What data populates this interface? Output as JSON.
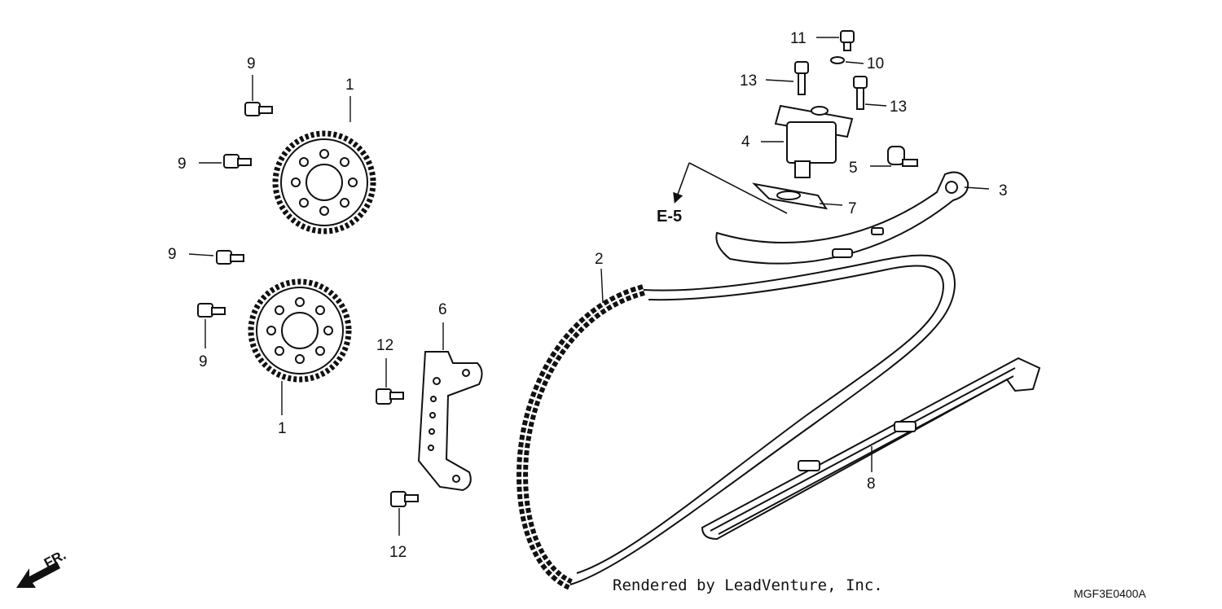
{
  "callouts": {
    "c1a": "1",
    "c1b": "1",
    "c2": "2",
    "c3": "3",
    "c4": "4",
    "c5": "5",
    "c6": "6",
    "c7": "7",
    "c8": "8",
    "c9a": "9",
    "c9b": "9",
    "c9c": "9",
    "c9d": "9",
    "c10": "10",
    "c11": "11",
    "c12a": "12",
    "c12b": "12",
    "c13a": "13",
    "c13b": "13"
  },
  "reference": "E-5",
  "direction": "FR.",
  "credit": "Rendered by LeadVenture, Inc.",
  "diagram_code": "MGF3E0400A"
}
